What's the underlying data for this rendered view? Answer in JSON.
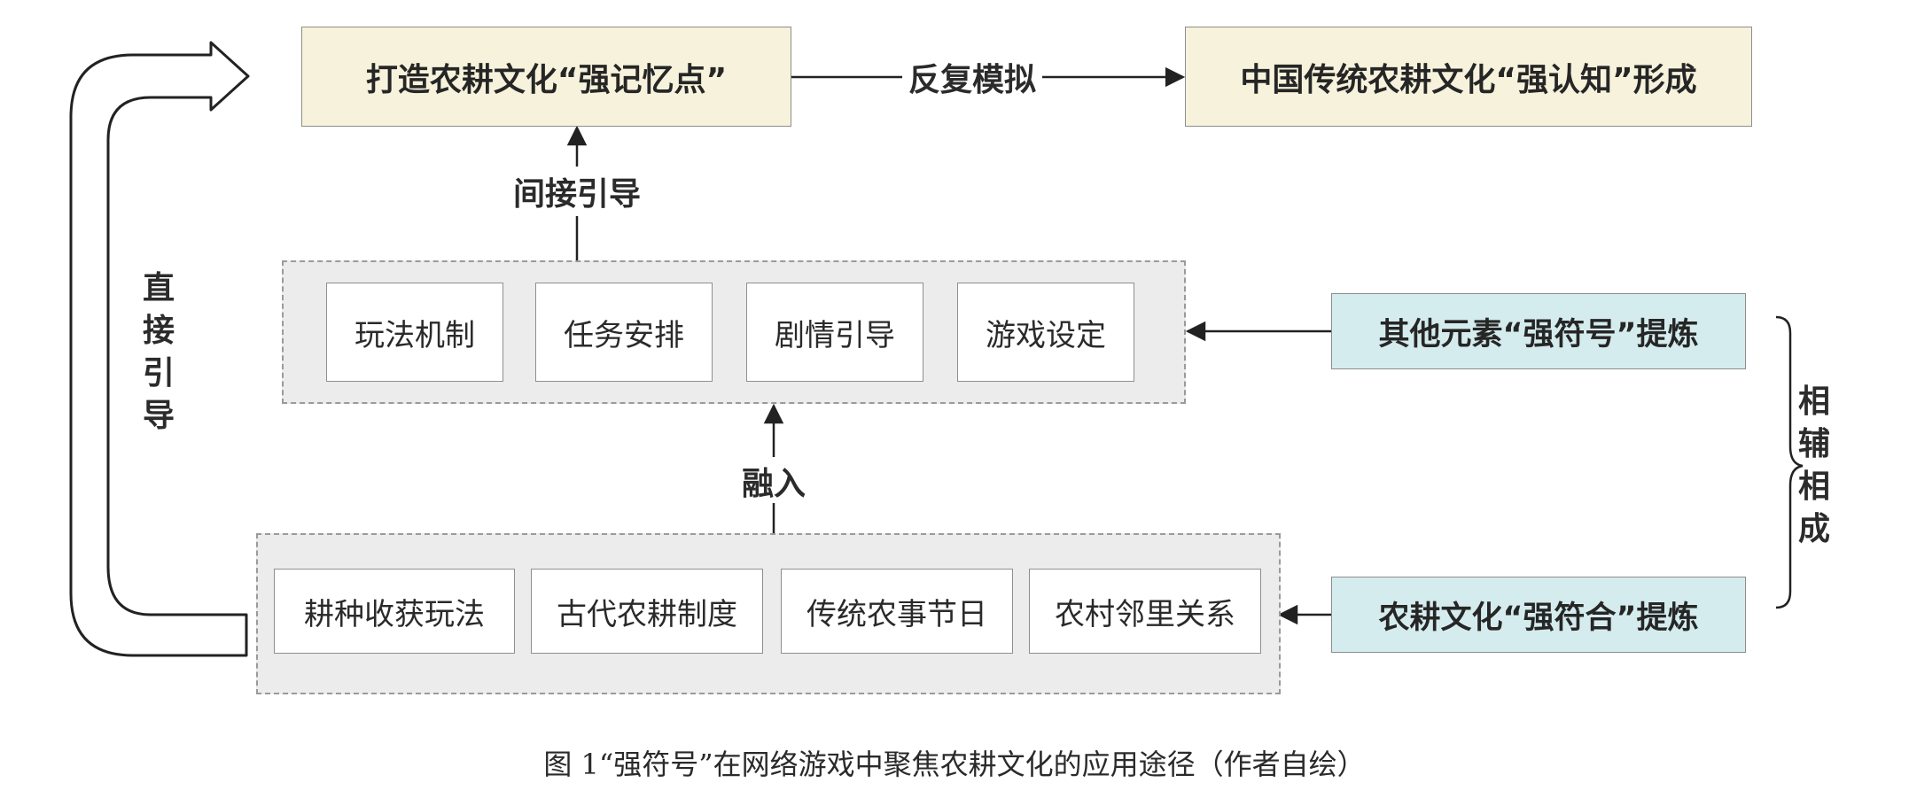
{
  "top": {
    "memory_point": "打造农耕文化“强记忆点”",
    "repeat_label": "反复模拟",
    "cognition": "中国传统农耕文化“强认知”形成"
  },
  "labels": {
    "indirect": "间接引导",
    "direct": [
      "直",
      "接",
      "引",
      "导"
    ],
    "integrate": "融入",
    "complement": [
      "相",
      "辅",
      "相",
      "成"
    ]
  },
  "game_elements": [
    "玩法机制",
    "任务安排",
    "剧情引导",
    "游戏设定"
  ],
  "farm_elements": [
    "耕种收获玩法",
    "古代农耕制度",
    "传统农事节日",
    "农村邻里关系"
  ],
  "right": {
    "symbol": "其他元素“强符号”提炼",
    "fit": "农耕文化“强符合”提炼"
  },
  "caption": "图 1“强符号”在网络游戏中聚焦农耕文化的应用途径（作者自绘）"
}
